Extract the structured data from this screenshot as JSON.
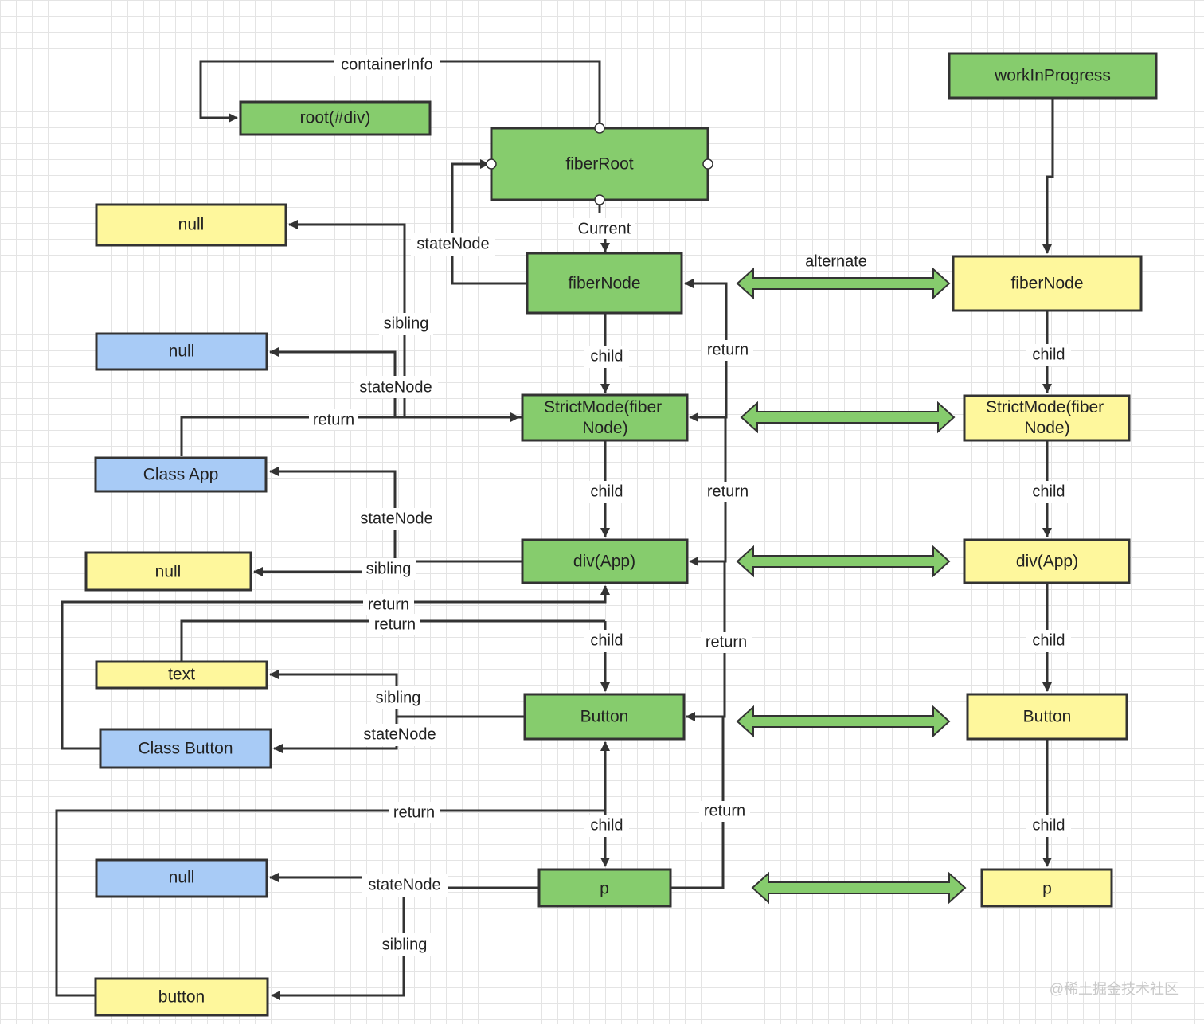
{
  "nodes": {
    "root_div": "root(#div)",
    "fiber_root": "fiberRoot",
    "work_in_progress": "workInProgress",
    "null_1": "null",
    "null_2": "null",
    "class_app": "Class App",
    "null_3": "null",
    "text": "text",
    "class_button": "Class Button",
    "null_4": "null",
    "button_el": "button",
    "fiber_node_current": "fiberNode",
    "strict_mode_current": [
      "StrictMode(fiber",
      "Node)"
    ],
    "div_app_current": "div(App)",
    "button_current": "Button",
    "p_current": "p",
    "fiber_node_wip": "fiberNode",
    "strict_mode_wip": [
      "StrictMode(fiber",
      "Node)"
    ],
    "div_app_wip": "div(App)",
    "button_wip": "Button",
    "p_wip": "p"
  },
  "edges": {
    "container_info": "containerInfo",
    "current": "Current",
    "alternate": "alternate",
    "state_node_root": "stateNode",
    "sibling_null1": "sibling",
    "state_node_null2": "stateNode",
    "return_class_app": "return",
    "state_node_class_app": "stateNode",
    "sibling_null3": "sibling",
    "return_class_button": "return",
    "return_text": "return",
    "sibling_text": "sibling",
    "state_node_class_button": "stateNode",
    "return_button_el": "return",
    "state_node_null4": "stateNode",
    "sibling_button_el": "sibling",
    "child_1": "child",
    "child_2": "child",
    "child_3": "child",
    "child_4": "child",
    "return_1": "return",
    "return_2": "return",
    "return_3": "return",
    "return_4": "return",
    "wip_child_1": "child",
    "wip_child_2": "child",
    "wip_child_3": "child",
    "wip_child_4": "child"
  },
  "watermark": "@稀土掘金技术社区",
  "colors": {
    "green": "#86cc6d",
    "yellow": "#fef79c",
    "blue": "#a8cbf6",
    "line": "#333333"
  }
}
